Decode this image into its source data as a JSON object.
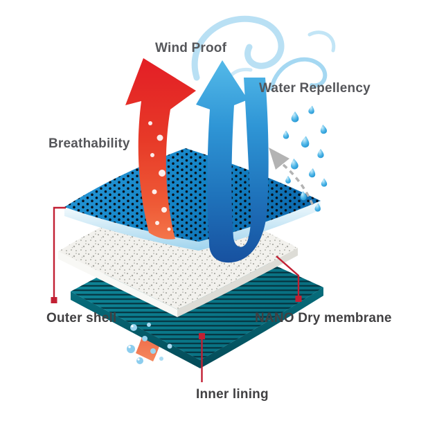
{
  "diagram": {
    "features": {
      "wind_proof": "Wind Proof",
      "water_repellency": "Water Repellency",
      "breathability": "Breathability"
    },
    "layers": {
      "outer_shell": "Outer shell",
      "nano_dry_membrane": "NANO Dry membrane",
      "inner_lining": "Inner lining"
    },
    "colors": {
      "background": "#ffffff",
      "outer_shell_blue": "#1286c8",
      "membrane_white": "#f2f1ed",
      "inner_lining_teal": "#0c7f8f",
      "heat_arrow_red": "#e8232a",
      "wind_arrow_blue": "#2e93d4",
      "repel_arrow_gray": "#b3b3b3",
      "droplet_blue": "#2ba3dd",
      "connector_red": "#c22033",
      "feature_label_gray": "#55565a",
      "layer_label_dark": "#414042"
    }
  }
}
